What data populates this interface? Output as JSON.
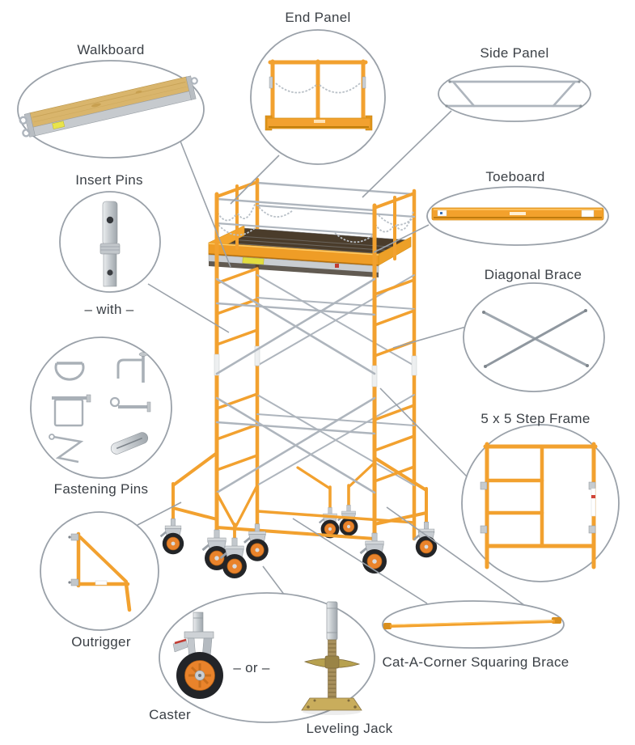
{
  "labels": {
    "walkboard": "Walkboard",
    "end_panel": "End Panel",
    "side_panel": "Side Panel",
    "insert_pins": "Insert Pins",
    "with_connector": "– with –",
    "fastening_pins": "Fastening Pins",
    "outrigger": "Outrigger",
    "toeboard": "Toeboard",
    "diagonal_brace": "Diagonal Brace",
    "step_frame": "5 x 5 Step Frame",
    "cat_a_corner": "Cat-A-Corner Squaring Brace",
    "caster": "Caster",
    "or_connector": "– or –",
    "leveling_jack": "Leveling Jack"
  },
  "colors": {
    "scaffold_orange": "#f2a12f",
    "scaffold_orange_dark": "#d68e14",
    "metal_silver": "#aeb5bd",
    "metal_silver_dark": "#8f969c",
    "callout_gray": "#9aa1a9",
    "label_text": "#3b4046",
    "wood": "#d9b56c",
    "deck_brown": "#4a3c2b",
    "tire_black": "#232528",
    "hub_orange": "#e9832b",
    "jack_gold": "#a8905c"
  }
}
